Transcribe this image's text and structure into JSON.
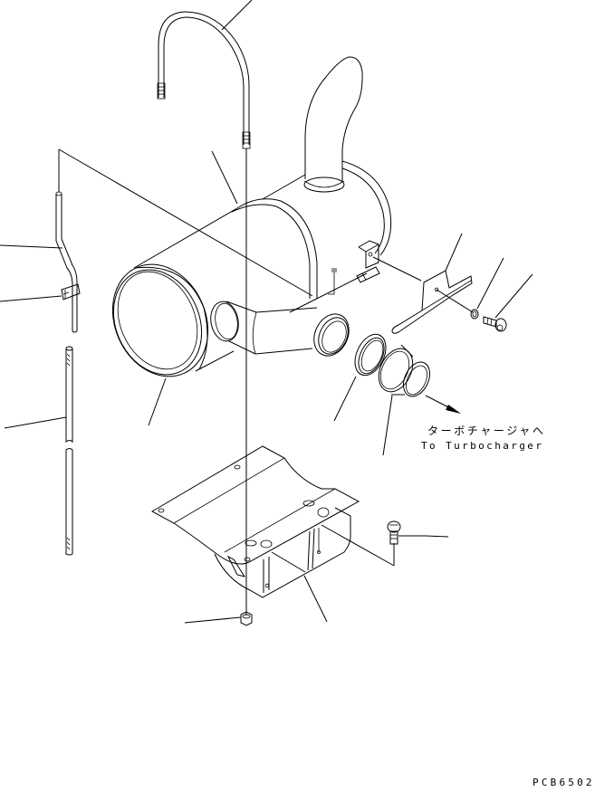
{
  "diagram": {
    "type": "exploded-parts-diagram",
    "subject": "Muffler / exhaust assembly",
    "line_color": "#000000",
    "background_color": "#ffffff",
    "annotations": {
      "direction_jp": "ターボチャージャへ",
      "direction_en": "To Turbocharger"
    },
    "drawing_code": "PCB6502",
    "parts": [
      {
        "id": "u-bolt",
        "label": "U-bolt (threaded both ends)"
      },
      {
        "id": "muffler",
        "label": "Muffler body"
      },
      {
        "id": "tail-pipe",
        "label": "Tail pipe (curved outlet)"
      },
      {
        "id": "inlet-pipe",
        "label": "Inlet elbow pipe"
      },
      {
        "id": "band",
        "label": "Muffler band"
      },
      {
        "id": "rod-upper",
        "label": "Bent rod with clip"
      },
      {
        "id": "clip",
        "label": "Clip"
      },
      {
        "id": "rod-lower",
        "label": "Straight threaded rod"
      },
      {
        "id": "gasket-ring",
        "label": "Gasket ring"
      },
      {
        "id": "connector",
        "label": "Connector / bellows"
      },
      {
        "id": "heat-shield",
        "label": "Heat shield plate"
      },
      {
        "id": "washer",
        "label": "Washer"
      },
      {
        "id": "bolt-upper",
        "label": "Bolt"
      },
      {
        "id": "bracket",
        "label": "Support bracket"
      },
      {
        "id": "bolt-lower",
        "label": "Bolt"
      },
      {
        "id": "nut",
        "label": "Nut"
      }
    ]
  }
}
